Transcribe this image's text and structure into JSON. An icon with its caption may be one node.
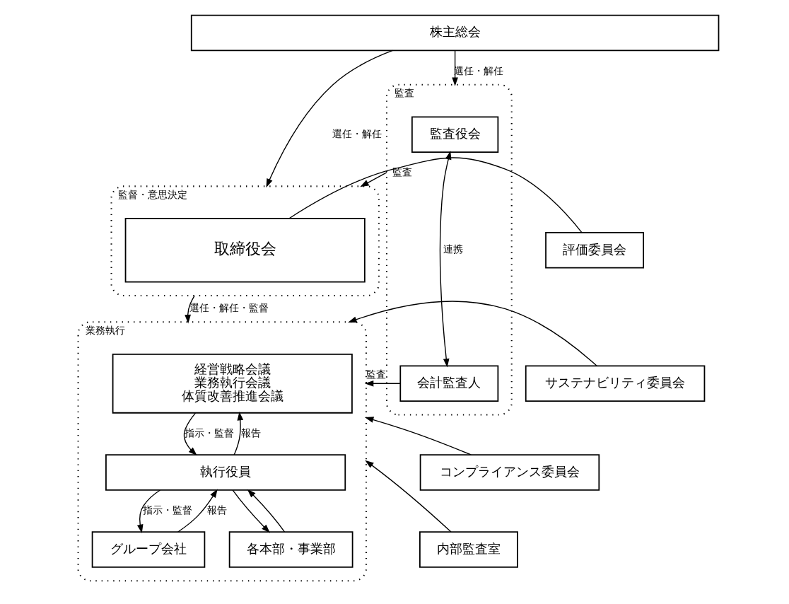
{
  "diagram": {
    "nodes": [
      {
        "text": [
          "株主総会"
        ]
      },
      {
        "text": [
          "監督・意思決定"
        ]
      },
      {
        "text": [
          "取締役会"
        ],
        "in": 1
      },
      {
        "text": [
          "監査"
        ]
      },
      {
        "text": [
          "監査役会"
        ],
        "in": 3
      },
      {
        "text": [
          "会計監査人"
        ],
        "in": 3
      },
      {
        "text": [
          "評価委員会"
        ]
      },
      {
        "text": [
          "業務執行"
        ]
      },
      {
        "text": [
          "経営戦略会議",
          "業務執行会議",
          "体質改善推進会議"
        ],
        "in": 7
      },
      {
        "text": [
          "執行役員"
        ],
        "in": 7
      },
      {
        "text": [
          "グループ会社"
        ],
        "in": 7
      },
      {
        "text": [
          "各本部・事業部"
        ],
        "in": 7
      },
      {
        "text": [
          "サステナビリティ委員会"
        ]
      },
      {
        "text": [
          "コンプライアンス委員会"
        ]
      },
      {
        "text": [
          "内部監査室"
        ]
      }
    ],
    "edges": [
      {
        "from": 0,
        "to": 1,
        "arrow": "to",
        "label": "選任・解任"
      },
      {
        "from": 0,
        "to": 3,
        "arrow": "to",
        "label": "選任・解任"
      },
      {
        "from": 6,
        "to": 2,
        "arrow": "none"
      },
      {
        "from": 3,
        "to": 1,
        "arrow": "to",
        "label": "監査"
      },
      {
        "from": 1,
        "to": 7,
        "arrow": "to",
        "label": "選任・解任・監督"
      },
      {
        "from": 4,
        "to": 5,
        "arrow": "both",
        "label": "連携"
      },
      {
        "from": 5,
        "to": 7,
        "arrow": "to",
        "label": "監査"
      },
      {
        "from": 9,
        "to": 8,
        "arrow": "to",
        "label": "報告"
      },
      {
        "from": 8,
        "to": 9,
        "arrow": "to",
        "label": "指示・監督"
      },
      {
        "from": 10,
        "to": 9,
        "arrow": "to",
        "label": "報告"
      },
      {
        "from": 11,
        "to": 9,
        "arrow": "to"
      },
      {
        "from": 9,
        "to": 10,
        "arrow": "to",
        "label": "指示・監督"
      },
      {
        "from": 9,
        "to": 11,
        "arrow": "to"
      },
      {
        "from": 12,
        "to": 7,
        "arrow": "to"
      },
      {
        "from": 13,
        "to": 7,
        "arrow": "to"
      },
      {
        "from": 14,
        "to": 7,
        "arrow": "to"
      }
    ]
  }
}
